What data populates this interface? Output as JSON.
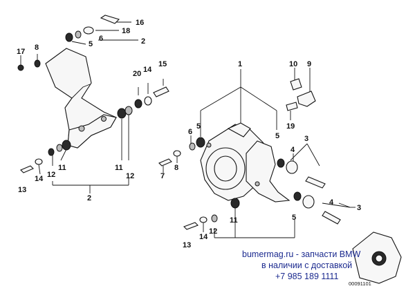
{
  "callouts": {
    "c16": "16",
    "c18": "18",
    "c6a": "6",
    "c2a": "2",
    "c5a": "5",
    "c17": "17",
    "c8a": "8",
    "c1": "1",
    "c10": "10",
    "c9": "9",
    "c20": "20",
    "c14a": "14",
    "c15": "15",
    "c6b": "6",
    "c5b": "5",
    "c5c": "5",
    "c19": "19",
    "c3a": "3",
    "c4a": "4",
    "c8b": "8",
    "c7": "7",
    "c12a": "12",
    "c11a": "11",
    "c14b": "14",
    "c11b": "11",
    "c12b": "12",
    "c13a": "13",
    "c2b": "2",
    "c4b": "4",
    "c3b": "3",
    "c5d": "5",
    "c11c": "11",
    "c12c": "12",
    "c14c": "14",
    "c13b": "13"
  },
  "watermark": {
    "line1": "bumermag.ru - запчасти BMW",
    "line2": "в наличии с доставкой",
    "line3": "+7 985 189 1111"
  },
  "diagram_code": "00091101"
}
